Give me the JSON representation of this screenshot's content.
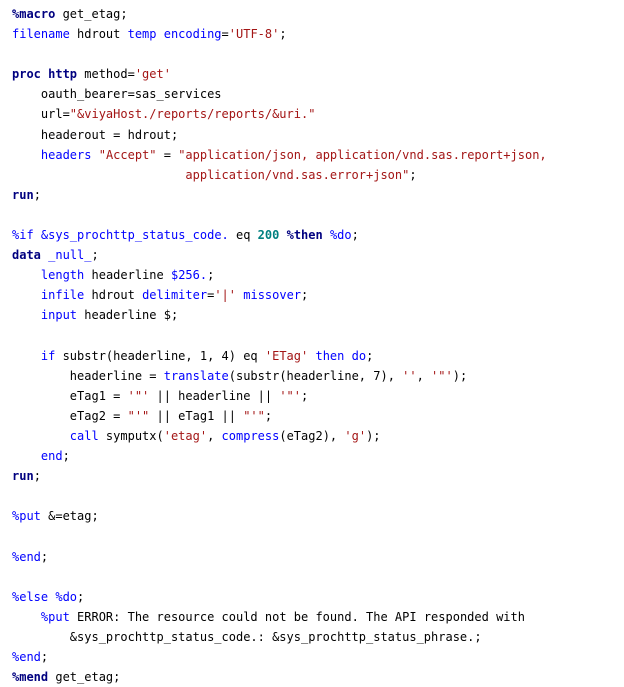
{
  "editor": {
    "lines": [
      [
        {
          "c": "macro",
          "t": "%macro"
        },
        {
          "c": "plain",
          "t": " get_etag;"
        }
      ],
      [
        {
          "c": "kw",
          "t": "filename"
        },
        {
          "c": "plain",
          "t": " hdrout "
        },
        {
          "c": "kw",
          "t": "temp"
        },
        {
          "c": "plain",
          "t": " "
        },
        {
          "c": "kw",
          "t": "encoding"
        },
        {
          "c": "plain",
          "t": "="
        },
        {
          "c": "str",
          "t": "'UTF-8'"
        },
        {
          "c": "plain",
          "t": ";"
        }
      ],
      [],
      [
        {
          "c": "kwb",
          "t": "proc http"
        },
        {
          "c": "plain",
          "t": " method="
        },
        {
          "c": "str",
          "t": "'get'"
        }
      ],
      [
        {
          "c": "plain",
          "t": "    oauth_bearer=sas_services"
        }
      ],
      [
        {
          "c": "plain",
          "t": "    url="
        },
        {
          "c": "str",
          "t": "\"&viyaHost./reports/reports/&uri.\""
        }
      ],
      [
        {
          "c": "plain",
          "t": "    headerout = hdrout;"
        }
      ],
      [
        {
          "c": "plain",
          "t": "    "
        },
        {
          "c": "kw",
          "t": "headers"
        },
        {
          "c": "plain",
          "t": " "
        },
        {
          "c": "str",
          "t": "\"Accept\""
        },
        {
          "c": "plain",
          "t": " = "
        },
        {
          "c": "str",
          "t": "\"application/json, application/vnd.sas.report+json,"
        }
      ],
      [
        {
          "c": "str",
          "t": "                        application/vnd.sas.error+json\""
        },
        {
          "c": "plain",
          "t": ";"
        }
      ],
      [
        {
          "c": "kwb",
          "t": "run"
        },
        {
          "c": "plain",
          "t": ";"
        }
      ],
      [],
      [
        {
          "c": "mv",
          "t": "%if"
        },
        {
          "c": "plain",
          "t": " "
        },
        {
          "c": "mv",
          "t": "&sys_prochttp_status_code."
        },
        {
          "c": "plain",
          "t": " eq "
        },
        {
          "c": "num",
          "t": "200"
        },
        {
          "c": "plain",
          "t": " "
        },
        {
          "c": "macro",
          "t": "%then"
        },
        {
          "c": "plain",
          "t": " "
        },
        {
          "c": "mv",
          "t": "%do"
        },
        {
          "c": "plain",
          "t": ";"
        }
      ],
      [
        {
          "c": "kwb",
          "t": "data"
        },
        {
          "c": "plain",
          "t": " "
        },
        {
          "c": "kw",
          "t": "_null_"
        },
        {
          "c": "plain",
          "t": ";"
        }
      ],
      [
        {
          "c": "plain",
          "t": "    "
        },
        {
          "c": "kw",
          "t": "length"
        },
        {
          "c": "plain",
          "t": " headerline "
        },
        {
          "c": "kw",
          "t": "$256."
        },
        {
          "c": "plain",
          "t": ";"
        }
      ],
      [
        {
          "c": "plain",
          "t": "    "
        },
        {
          "c": "kw",
          "t": "infile"
        },
        {
          "c": "plain",
          "t": " hdrout "
        },
        {
          "c": "kw",
          "t": "delimiter"
        },
        {
          "c": "plain",
          "t": "="
        },
        {
          "c": "str",
          "t": "'|'"
        },
        {
          "c": "plain",
          "t": " "
        },
        {
          "c": "kw",
          "t": "missover"
        },
        {
          "c": "plain",
          "t": ";"
        }
      ],
      [
        {
          "c": "plain",
          "t": "    "
        },
        {
          "c": "kw",
          "t": "input"
        },
        {
          "c": "plain",
          "t": " headerline $;"
        }
      ],
      [],
      [
        {
          "c": "plain",
          "t": "    "
        },
        {
          "c": "kw",
          "t": "if"
        },
        {
          "c": "plain",
          "t": " substr(headerline, 1, 4) eq "
        },
        {
          "c": "str",
          "t": "'ETag'"
        },
        {
          "c": "plain",
          "t": " "
        },
        {
          "c": "kw",
          "t": "then"
        },
        {
          "c": "plain",
          "t": " "
        },
        {
          "c": "kw",
          "t": "do"
        },
        {
          "c": "plain",
          "t": ";"
        }
      ],
      [
        {
          "c": "plain",
          "t": "        headerline = "
        },
        {
          "c": "kw",
          "t": "translate"
        },
        {
          "c": "plain",
          "t": "(substr(headerline, 7), "
        },
        {
          "c": "str",
          "t": "''"
        },
        {
          "c": "plain",
          "t": ", "
        },
        {
          "c": "str",
          "t": "'\"'"
        },
        {
          "c": "plain",
          "t": ");"
        }
      ],
      [
        {
          "c": "plain",
          "t": "        eTag1 = "
        },
        {
          "c": "str",
          "t": "'\"'"
        },
        {
          "c": "plain",
          "t": " || headerline || "
        },
        {
          "c": "str",
          "t": "'\"'"
        },
        {
          "c": "plain",
          "t": ";"
        }
      ],
      [
        {
          "c": "plain",
          "t": "        eTag2 = "
        },
        {
          "c": "str",
          "t": "\"'\""
        },
        {
          "c": "plain",
          "t": " || eTag1 || "
        },
        {
          "c": "str",
          "t": "\"'\""
        },
        {
          "c": "plain",
          "t": ";"
        }
      ],
      [
        {
          "c": "plain",
          "t": "        "
        },
        {
          "c": "kw",
          "t": "call"
        },
        {
          "c": "plain",
          "t": " symputx("
        },
        {
          "c": "str",
          "t": "'etag'"
        },
        {
          "c": "plain",
          "t": ", "
        },
        {
          "c": "kw",
          "t": "compress"
        },
        {
          "c": "plain",
          "t": "(eTag2), "
        },
        {
          "c": "str",
          "t": "'g'"
        },
        {
          "c": "plain",
          "t": ");"
        }
      ],
      [
        {
          "c": "plain",
          "t": "    "
        },
        {
          "c": "kw",
          "t": "end"
        },
        {
          "c": "plain",
          "t": ";"
        }
      ],
      [
        {
          "c": "kwb",
          "t": "run"
        },
        {
          "c": "plain",
          "t": ";"
        }
      ],
      [],
      [
        {
          "c": "mv",
          "t": "%put"
        },
        {
          "c": "plain",
          "t": " &=etag;"
        }
      ],
      [],
      [
        {
          "c": "mv",
          "t": "%end"
        },
        {
          "c": "plain",
          "t": ";"
        }
      ],
      [],
      [
        {
          "c": "mv",
          "t": "%else"
        },
        {
          "c": "plain",
          "t": " "
        },
        {
          "c": "mv",
          "t": "%do"
        },
        {
          "c": "plain",
          "t": ";"
        }
      ],
      [
        {
          "c": "plain",
          "t": "    "
        },
        {
          "c": "mv",
          "t": "%put"
        },
        {
          "c": "plain",
          "t": " ERROR: The resource could not be found. The API responded with"
        }
      ],
      [
        {
          "c": "plain",
          "t": "        &sys_prochttp_status_code.: &sys_prochttp_status_phrase.;"
        }
      ],
      [
        {
          "c": "mv",
          "t": "%end"
        },
        {
          "c": "plain",
          "t": ";"
        }
      ],
      [
        {
          "c": "macro",
          "t": "%mend"
        },
        {
          "c": "plain",
          "t": " get_etag;"
        }
      ]
    ]
  }
}
